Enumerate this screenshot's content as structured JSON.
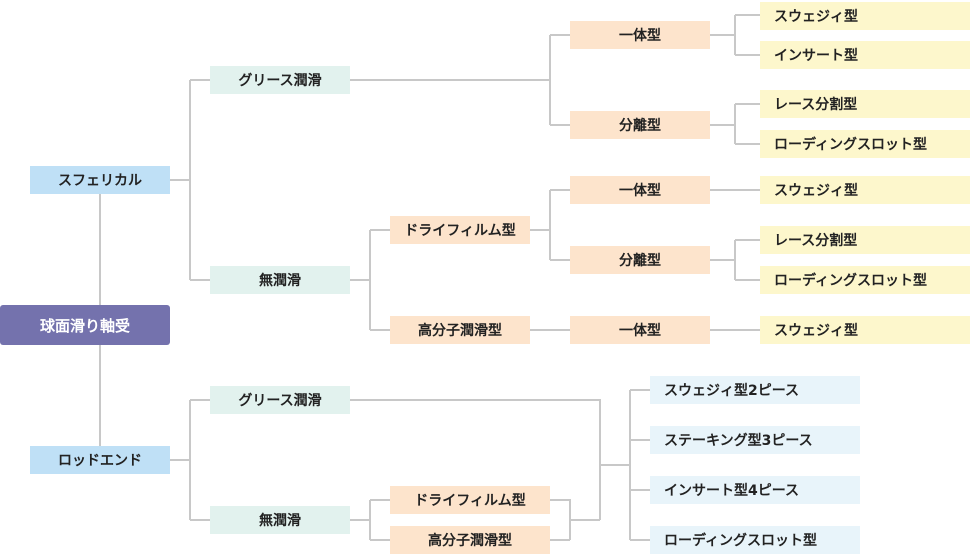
{
  "colors": {
    "root": "#7472ad",
    "level1": "#bfe0f6",
    "lubrication": "#e2f2ee",
    "type": "#fde4cc",
    "leaf": "#fdf7cc",
    "piece": "#e8f4fa",
    "connector": "#c8c8c8"
  },
  "root": {
    "label": "球面滑り軸受"
  },
  "spherical": {
    "label": "スフェリカル",
    "grease": {
      "label": "グリース潤滑",
      "integral": {
        "label": "一体型",
        "swage": "スウェジィ型",
        "insert": "インサート型"
      },
      "separate": {
        "label": "分離型",
        "race_split": "レース分割型",
        "loading_slot": "ローディングスロット型"
      }
    },
    "dry": {
      "label": "無潤滑",
      "dry_film": {
        "label": "ドライフィルム型",
        "integral": {
          "label": "一体型",
          "swage": "スウェジィ型"
        },
        "separate": {
          "label": "分離型",
          "race_split": "レース分割型",
          "loading_slot": "ローディングスロット型"
        }
      },
      "polymer": {
        "label": "高分子潤滑型",
        "integral": {
          "label": "一体型",
          "swage": "スウェジィ型"
        }
      }
    }
  },
  "rod_end": {
    "label": "ロッドエンド",
    "grease": {
      "label": "グリース潤滑"
    },
    "dry": {
      "label": "無潤滑",
      "dry_film": "ドライフィルム型",
      "polymer": "高分子潤滑型"
    },
    "pieces": {
      "swage_2": "スウェジィ型2ピース",
      "staking_3": "ステーキング型3ピース",
      "insert_4": "インサート型4ピース",
      "loading_slot": "ローディングスロット型"
    }
  }
}
